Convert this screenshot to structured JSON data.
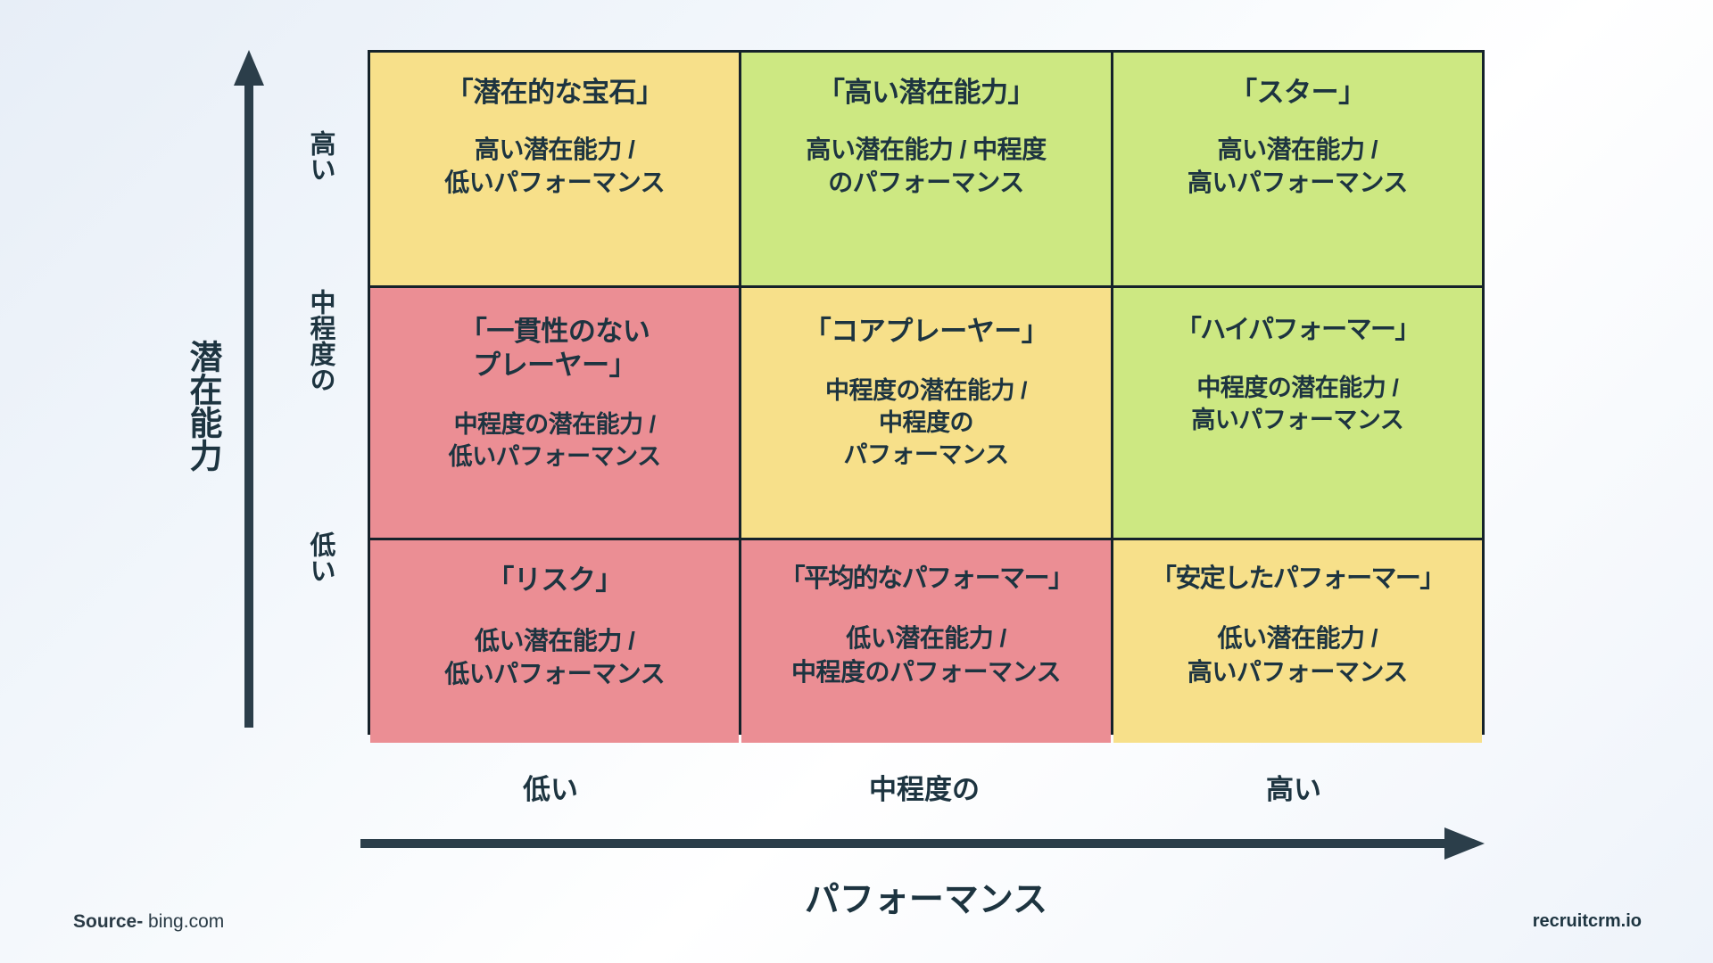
{
  "chart_data": {
    "type": "table",
    "title": "9-Box Grid (Performance / Potential Matrix)",
    "xlabel": "パフォーマンス",
    "ylabel": "潜在能力",
    "x_categories": [
      "低い",
      "中程度の",
      "高い"
    ],
    "y_categories": [
      "高い",
      "中程度の",
      "低い"
    ],
    "legend": [],
    "grid": true,
    "cells": [
      {
        "row": 0,
        "col": 0,
        "title": "「潜在的な宝石」",
        "desc": "高い潜在能力 /\n低いパフォーマンス",
        "color": "#f7e08a"
      },
      {
        "row": 0,
        "col": 1,
        "title": "「高い潜在能力」",
        "desc": "高い潜在能力 / 中程度\nのパフォーマンス",
        "color": "#cde882"
      },
      {
        "row": 0,
        "col": 2,
        "title": "「スター」",
        "desc": "高い潜在能力 /\n高いパフォーマンス",
        "color": "#cde882"
      },
      {
        "row": 1,
        "col": 0,
        "title": "「一貫性のない\nプレーヤー」",
        "desc": "中程度の潜在能力 /\n低いパフォーマンス",
        "color": "#eb8e94"
      },
      {
        "row": 1,
        "col": 1,
        "title": "「コアプレーヤー」",
        "desc": "中程度の潜在能力 /\n中程度の\nパフォーマンス",
        "color": "#f7e08a"
      },
      {
        "row": 1,
        "col": 2,
        "title": "「ハイパフォーマー」",
        "desc": "中程度の潜在能力 /\n高いパフォーマンス",
        "color": "#cde882"
      },
      {
        "row": 2,
        "col": 0,
        "title": "「リスク」",
        "desc": "低い潜在能力 /\n低いパフォーマンス",
        "color": "#eb8e94"
      },
      {
        "row": 2,
        "col": 1,
        "title": "「平均的なパフォーマー」",
        "desc": "低い潜在能力 /\n中程度のパフォーマンス",
        "color": "#eb8e94"
      },
      {
        "row": 2,
        "col": 2,
        "title": "「安定したパフォーマー」",
        "desc": "低い潜在能力 /\n高いパフォーマンス",
        "color": "#f7e08a"
      }
    ]
  },
  "axes": {
    "y": {
      "title": "潜在能力",
      "ticks": {
        "high": "高い",
        "medium": "中程度の",
        "low": "低い"
      }
    },
    "x": {
      "title": "パフォーマンス",
      "ticks": {
        "low": "低い",
        "medium": "中程度の",
        "high": "高い"
      }
    }
  },
  "footer": {
    "source_label": "Source-",
    "source_value": "bing.com",
    "brand": "recruitcrm.io"
  },
  "colors": {
    "yellow": "#f7e08a",
    "green": "#cde882",
    "red": "#eb8e94",
    "axis": "#1d3440",
    "text": "#1d3440"
  }
}
